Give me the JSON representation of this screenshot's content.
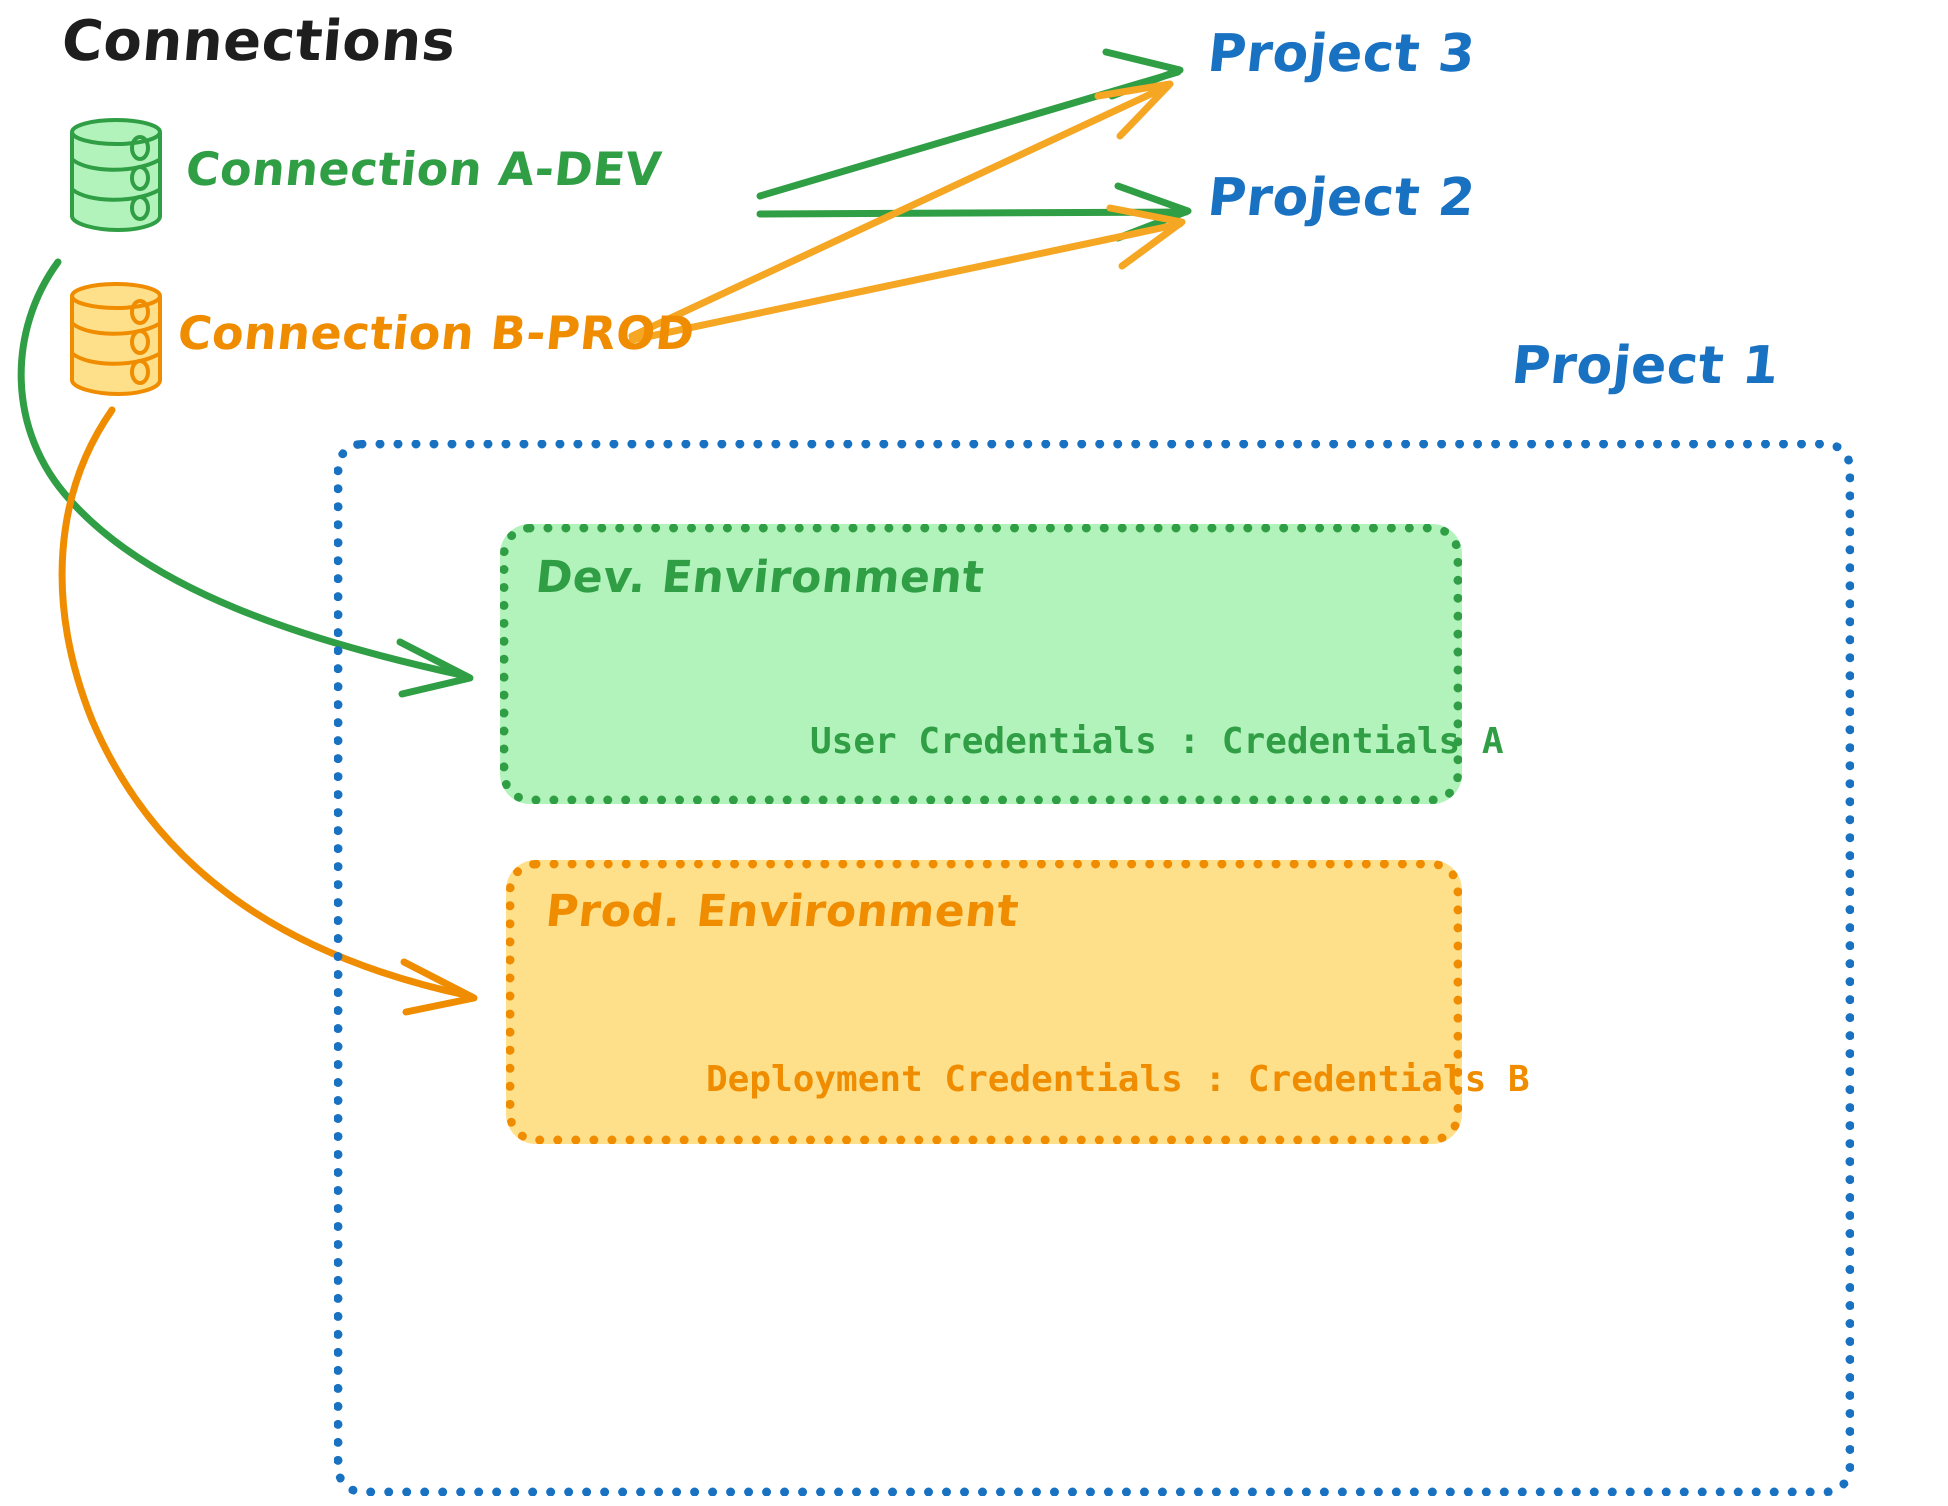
{
  "title": "Connections",
  "connections": [
    {
      "id": "conn-a",
      "label": "Connection A-DEV",
      "color": "#2f9e44",
      "icon": "database-icon"
    },
    {
      "id": "conn-b",
      "label": "Connection B-PROD",
      "color": "#f08c00",
      "icon": "database-icon"
    }
  ],
  "projects": [
    {
      "id": "project-3",
      "label": "Project 3",
      "color": "#1971c2"
    },
    {
      "id": "project-2",
      "label": "Project 2",
      "color": "#1971c2"
    },
    {
      "id": "project-1",
      "label": "Project 1",
      "color": "#1971c2"
    }
  ],
  "project1_container": {
    "border_color": "#1971c2",
    "environments": [
      {
        "id": "dev-environment",
        "name": "Dev. Environment",
        "credentials_label": "User Credentials",
        "credentials_separator": ":",
        "credentials_value": "Credentials A",
        "credentials_line": "User Credentials : Credentials A",
        "fill_color": "#b2f2bb",
        "border_color": "#2f9e44",
        "text_color": "#2f9e44"
      },
      {
        "id": "prod-environment",
        "name": "Prod. Environment",
        "credentials_label": "Deployment Credentials",
        "credentials_separator": ":",
        "credentials_value": "Credentials B",
        "credentials_line": "Deployment Credentials : Credentials B",
        "fill_color": "#ffe08a",
        "border_color": "#f08c00",
        "text_color": "#f08c00"
      }
    ]
  },
  "edges": [
    {
      "id": "edge-a-dev-to-project-3",
      "from": "Connection A-DEV",
      "to": "Project 3",
      "color": "#2f9e44",
      "style": "straight-arrow"
    },
    {
      "id": "edge-a-dev-to-project-2",
      "from": "Connection A-DEV",
      "to": "Project 2",
      "color": "#2f9e44",
      "style": "straight-arrow"
    },
    {
      "id": "edge-a-dev-to-dev-environment",
      "from": "Connection A-DEV",
      "to": "Dev. Environment",
      "color": "#2f9e44",
      "style": "curved-arrow"
    },
    {
      "id": "edge-b-prod-to-project-3",
      "from": "Connection B-PROD",
      "to": "Project 3",
      "color": "#f5a623",
      "style": "straight-arrow"
    },
    {
      "id": "edge-b-prod-to-project-2",
      "from": "Connection B-PROD",
      "to": "Project 2",
      "color": "#f5a623",
      "style": "straight-arrow"
    },
    {
      "id": "edge-b-prod-to-prod-environment",
      "from": "Connection B-PROD",
      "to": "Prod. Environment",
      "color": "#f08c00",
      "style": "curved-arrow"
    }
  ],
  "colors": {
    "green": "#2f9e44",
    "green_fill": "#b2f2bb",
    "orange": "#f08c00",
    "orange_fill": "#ffe08a",
    "yellow_arrow": "#f5a623",
    "blue": "#1971c2",
    "black": "#1e1e1e",
    "background": "#ffffff"
  }
}
